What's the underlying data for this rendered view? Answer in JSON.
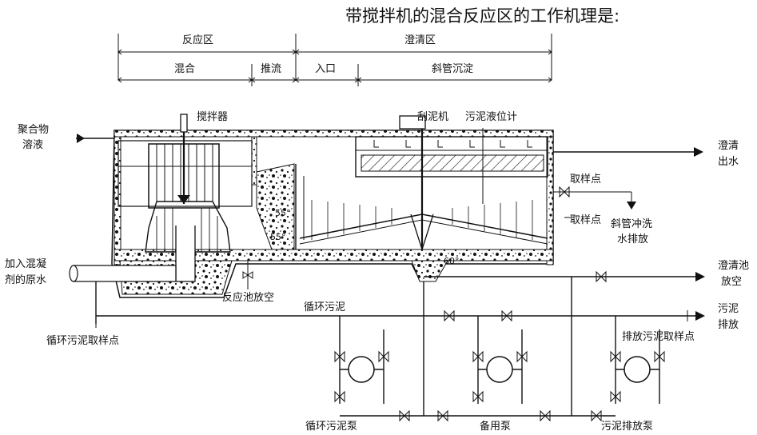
{
  "title": "带搅拌机的混合反应区的工作机理是:",
  "zones": {
    "reaction": "反应区",
    "clarification": "澄清区",
    "mixing": "混合",
    "plug_flow": "推流",
    "inlet": "入口",
    "tube_settling": "斜管沉淀"
  },
  "equipment": {
    "agitator": "搅拌器",
    "scraper": "刮泥机",
    "sludge_level_meter": "污泥液位计"
  },
  "inputs": {
    "polymer_line1": "聚合物",
    "polymer_line2": "溶液",
    "raw_water_line1": "加入混凝",
    "raw_water_line2": "剂的原水"
  },
  "outputs": {
    "clear_water_line1": "澄清",
    "clear_water_line2": "出水",
    "clarifier_drain_line1": "澄清池",
    "clarifier_drain_line2": "放空",
    "sludge_discharge_line1": "污泥",
    "sludge_discharge_line2": "排放"
  },
  "points": {
    "sampling_point_1": "取样点",
    "sampling_point_2": "取样点",
    "tube_flush_line1": "斜管冲洗",
    "tube_flush_line2": "水排放",
    "reactor_drain": "反应池放空",
    "recirc_sludge": "循环污泥",
    "recirc_sampling": "循环污泥取样点",
    "discharge_sampling": "排放污泥取样点"
  },
  "pumps": {
    "recirc_pump": "循环污泥泵",
    "standby_pump": "备用泵",
    "discharge_pump": "污泥排放泵"
  },
  "angles": {
    "angle_a": "55°",
    "angle_b": "55°",
    "angle_c": "60°"
  }
}
